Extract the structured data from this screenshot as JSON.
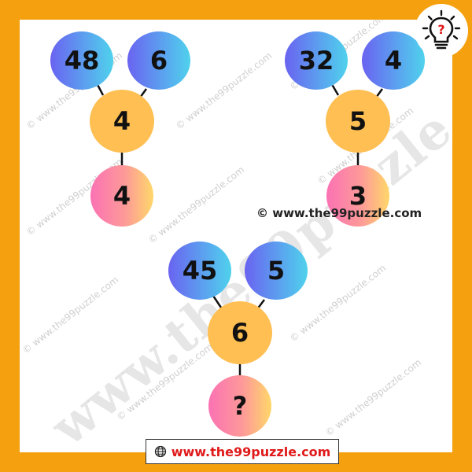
{
  "watermark": {
    "small_text": "© www.the99puzzle.com",
    "big_text": "www.the99puzzle.com"
  },
  "credit_text": "© www.the99puzzle.com",
  "footer_text": "www.the99puzzle.com",
  "puzzles": [
    {
      "top_left": "48",
      "top_right": "6",
      "middle": "4",
      "bottom": "4"
    },
    {
      "top_left": "32",
      "top_right": "4",
      "middle": "5",
      "bottom": "3"
    },
    {
      "top_left": "45",
      "top_right": "5",
      "middle": "6",
      "bottom": "?"
    }
  ],
  "icons": {
    "logo": "lightbulb-question-icon",
    "footer": "globe-icon"
  },
  "colors": {
    "frame": "#f5a00f",
    "top_circle_gradient": [
      "#6a63f0",
      "#4fd2ec"
    ],
    "middle_circle": "#ffbf52",
    "bottom_circle_gradient": [
      "#fb72b4",
      "#ffd76a"
    ],
    "footer_text": "#e01a1a"
  }
}
